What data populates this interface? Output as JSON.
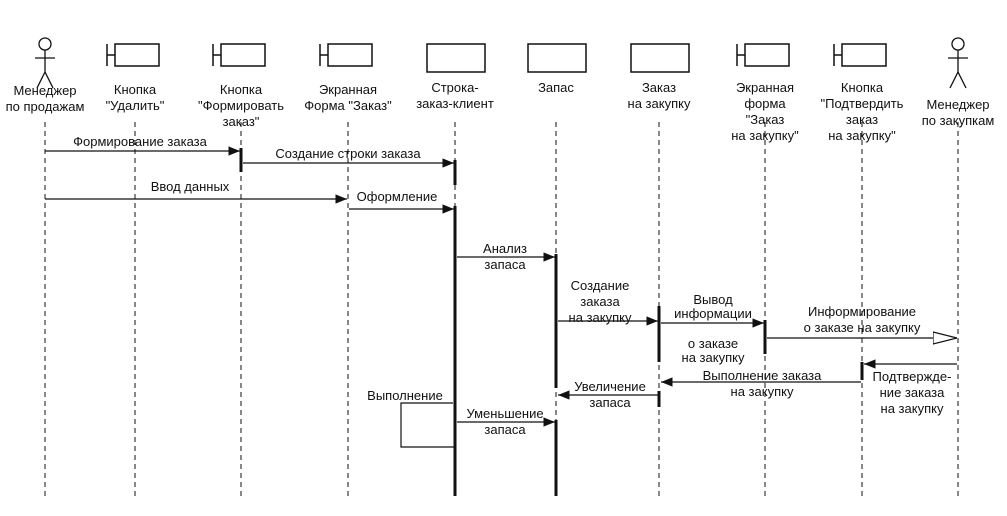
{
  "participants": [
    {
      "kind": "actor",
      "label": [
        "Менеджер",
        "по продажам"
      ]
    },
    {
      "kind": "boundary",
      "label": [
        "Кнопка",
        "\"Удалить\""
      ]
    },
    {
      "kind": "boundary",
      "label": [
        "Кнопка",
        "\"Формировать",
        "заказ\""
      ]
    },
    {
      "kind": "boundary",
      "label": [
        "Экранная",
        "Форма \"Заказ\""
      ]
    },
    {
      "kind": "box",
      "label": [
        "Строка-",
        "заказ-клиент"
      ]
    },
    {
      "kind": "box",
      "label": [
        "Запас"
      ]
    },
    {
      "kind": "box",
      "label": [
        "Заказ",
        "на закупку"
      ]
    },
    {
      "kind": "boundary",
      "label": [
        "Экранная",
        "форма",
        "\"Заказ",
        "на закупку\""
      ]
    },
    {
      "kind": "boundary",
      "label": [
        "Кнопка",
        "\"Подтвердить",
        "заказ",
        "на закупку\""
      ]
    },
    {
      "kind": "actor",
      "label": [
        "Менеджер",
        "по закупкам"
      ]
    }
  ],
  "messages": [
    {
      "from": 0,
      "to": 2,
      "label": [
        "Формирование заказа"
      ]
    },
    {
      "from": 2,
      "to": 4,
      "label": [
        "Создание строки заказа"
      ]
    },
    {
      "from": 0,
      "to": 3,
      "label": [
        "Ввод данных"
      ]
    },
    {
      "from": 3,
      "to": 4,
      "label": [
        "Оформление"
      ]
    },
    {
      "from": 4,
      "to": 5,
      "label": [
        "Анализ",
        "запаса"
      ]
    },
    {
      "from": 5,
      "to": 6,
      "label": [
        "Создание",
        "заказа",
        "на закупку"
      ]
    },
    {
      "from": 6,
      "to": 7,
      "label": [
        "Вывод",
        "информации",
        "о заказе",
        "на закупку"
      ]
    },
    {
      "from": 7,
      "to": 9,
      "label": [
        "Информирование",
        "о заказе на закупку"
      ]
    },
    {
      "from": 9,
      "to": 8,
      "label": [
        "Подтвержде-",
        "ние заказа",
        "на закупку"
      ]
    },
    {
      "from": 8,
      "to": 6,
      "label": [
        "Выполнение заказа",
        "на закупку"
      ]
    },
    {
      "from": 6,
      "to": 5,
      "label": [
        "Увеличение",
        "запаса"
      ]
    },
    {
      "from": 4,
      "to": 4,
      "label": [
        "Выполнение"
      ]
    },
    {
      "from": 4,
      "to": 5,
      "label": [
        "Уменьшение",
        "запаса"
      ]
    }
  ]
}
